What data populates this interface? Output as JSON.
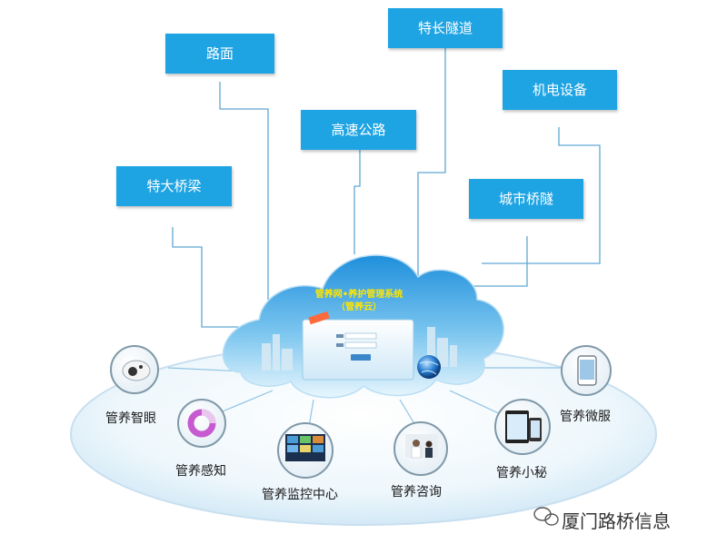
{
  "categories": {
    "road_surface": "路面",
    "long_tunnel": "特长隧道",
    "mechanical_electrical": "机电设备",
    "expressway": "高速公路",
    "large_bridge": "特大桥梁",
    "urban_bridge_tunnel": "城市桥隧"
  },
  "cloud": {
    "title_line1": "管养网•养护管理系统",
    "title_line2": "（管养云）"
  },
  "services": {
    "smart_eye": "管养智眼",
    "perception": "管养感知",
    "monitoring_center": "管养监控中心",
    "consulting": "管养咨询",
    "secretary": "管养小秘",
    "micro_service": "管养微服"
  },
  "watermark": {
    "text": "厦门路桥信息"
  },
  "colors": {
    "box_blue": "#1fa4e3",
    "connector_blue": "#5fa8d3",
    "cloud_blue": "#2f9fe0"
  }
}
